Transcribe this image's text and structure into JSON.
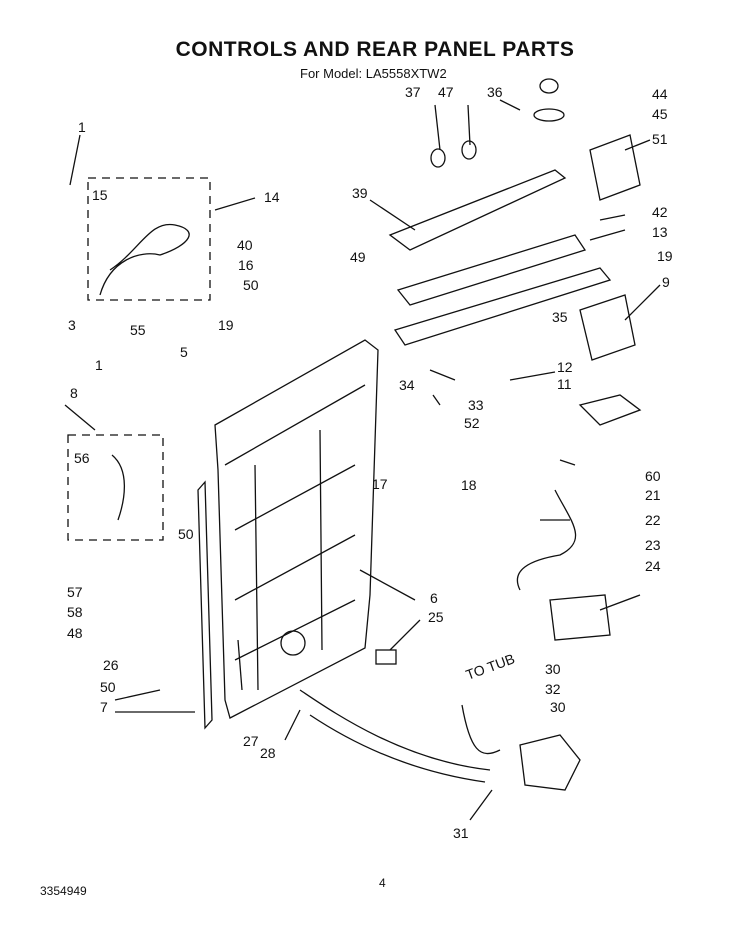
{
  "title": "CONTROLS AND REAR PANEL PARTS",
  "subtitle": "For Model: LA5558XTW2",
  "doc_number": "3354949",
  "page_number": "4",
  "tub_label": "TO TUB",
  "callouts": [
    "1",
    "14",
    "15",
    "3",
    "1",
    "55",
    "5",
    "19",
    "40",
    "16",
    "50",
    "49",
    "37",
    "47",
    "36",
    "44",
    "45",
    "51",
    "39",
    "42",
    "13",
    "19",
    "9",
    "35",
    "12",
    "11",
    "34",
    "33",
    "52",
    "8",
    "56",
    "17",
    "18",
    "60",
    "21",
    "22",
    "23",
    "24",
    "50",
    "57",
    "58",
    "48",
    "26",
    "6",
    "25",
    "50",
    "7",
    "27",
    "28",
    "30",
    "32",
    "30",
    "31"
  ]
}
